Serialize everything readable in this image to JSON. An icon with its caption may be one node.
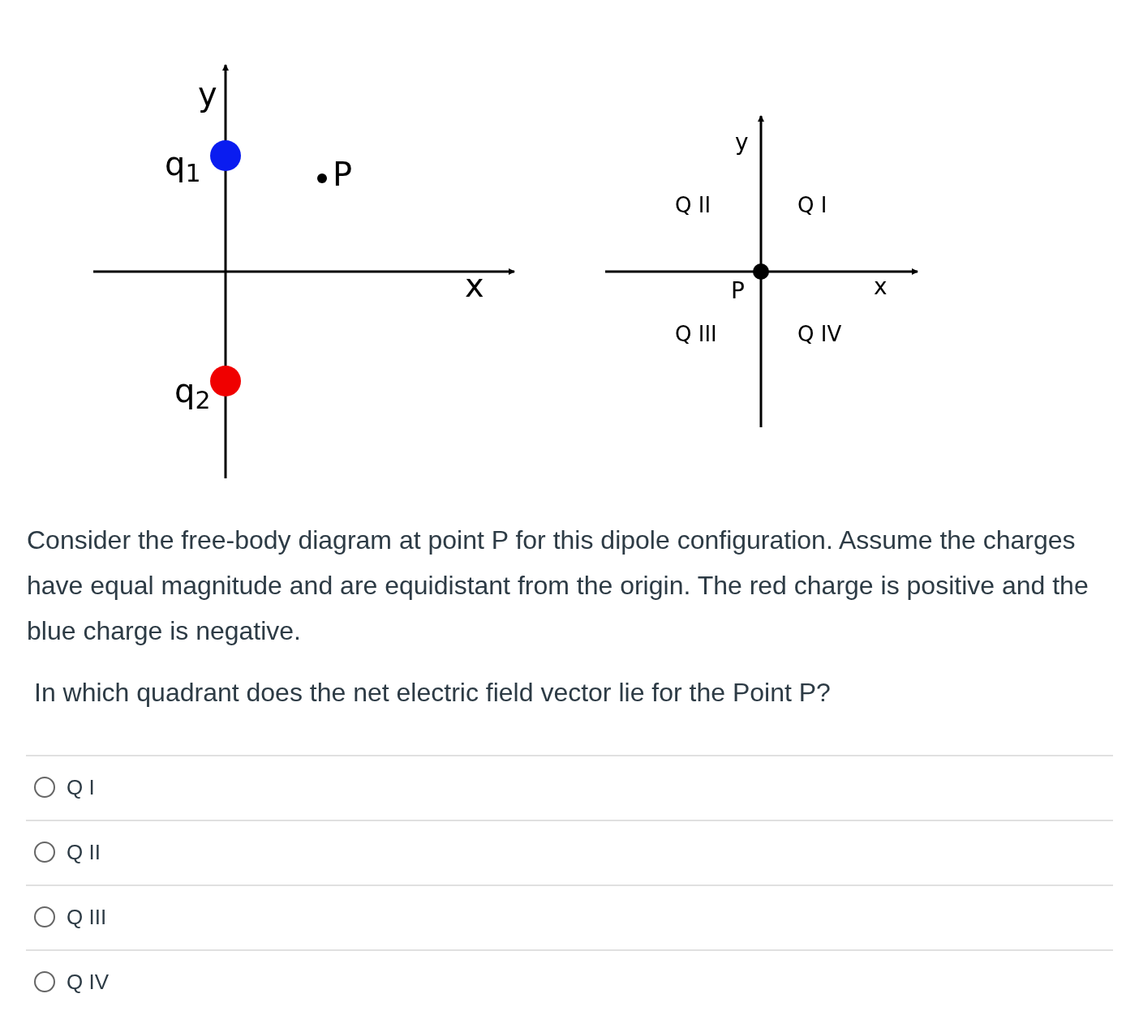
{
  "diagram": {
    "nodes": [
      {
        "text": [],
        "shape": "circle",
        "beside": [
          "q$_{1}$"
        ]
      },
      {
        "text": [],
        "shape": "circle",
        "beside": [
          "P"
        ]
      },
      {
        "text": [],
        "shape": "circle",
        "beside": [
          "q$_{2}$"
        ]
      },
      {
        "text": [],
        "shape": "circle",
        "beside": [
          "P"
        ]
      }
    ],
    "edges": [],
    "labels": [
      "y",
      "x",
      "y",
      "Q II",
      "Q I",
      "x",
      "Q III",
      "Q IV",
      "Consider the free-body diagram at point P for this dipole configuration. Assume the charges have equal magnitude and are equidistant from the origin. The red charge is positive and the blue charge is negative.",
      "In which quadrant does the net electric field vector lie for the Point P?",
      "Q I",
      "Q II",
      "Q III",
      "Q IV"
    ]
  }
}
